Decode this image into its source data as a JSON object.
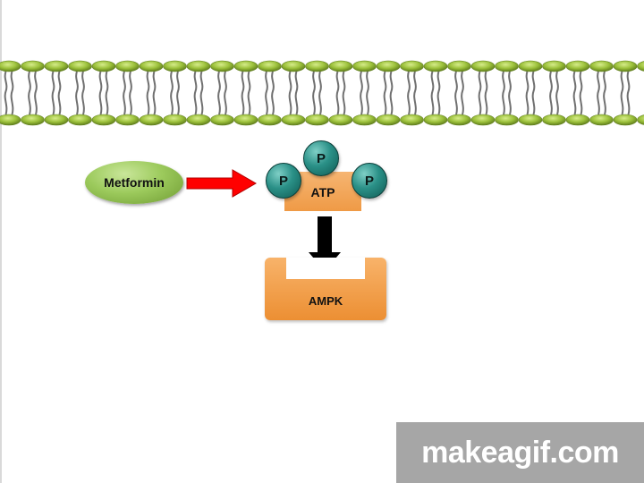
{
  "colors": {
    "membrane_head": "#9cc13b",
    "membrane_head_dark": "#5f7d1c",
    "membrane_tail": "#707070",
    "metformin_fill": "#9cca5c",
    "phosphate_fill": "#2a9087",
    "atp_fill": "#ef9a46",
    "ampk_fill": "#ec8f33",
    "red_arrow": "#ff0000",
    "black_arrow": "#000000",
    "watermark_bg": "#969696"
  },
  "labels": {
    "metformin": "Metformin",
    "atp": "ATP",
    "phosphate_1": "P",
    "phosphate_2": "P",
    "phosphate_3": "P",
    "ampk": "AMPK"
  },
  "watermark": {
    "text": "makeagif.com"
  }
}
